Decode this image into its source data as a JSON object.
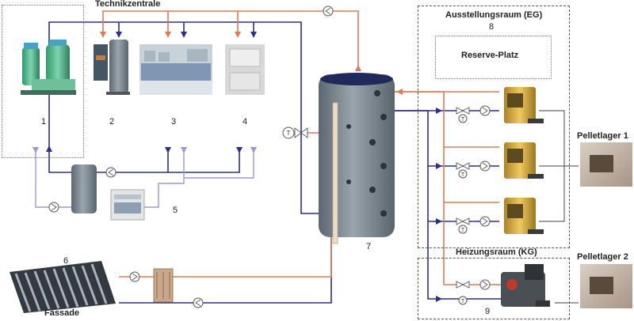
{
  "labels": {
    "technikzentrale": "Technikzentrale",
    "ausstellungsraum": "Ausstellungsraum (EG)",
    "reserve": "Reserve-Platz",
    "heizungsraum": "Heizungsraum (KG)",
    "pelletlager1": "Pelletlager 1",
    "pelletlager2": "Pelletlager 2",
    "fassade": "Fassade"
  },
  "numbers": [
    "1",
    "2",
    "3",
    "4",
    "5",
    "6",
    "7",
    "8",
    "9"
  ],
  "colors": {
    "hot": "#e07a55",
    "cold": "#2b2f8f",
    "return_light": "#9a9ad0",
    "tank": "#7f8b96",
    "boiler": "#c9a23a"
  },
  "icons": [
    "pump-icon",
    "thermometer-icon",
    "valve-icon",
    "arrow-icon"
  ]
}
